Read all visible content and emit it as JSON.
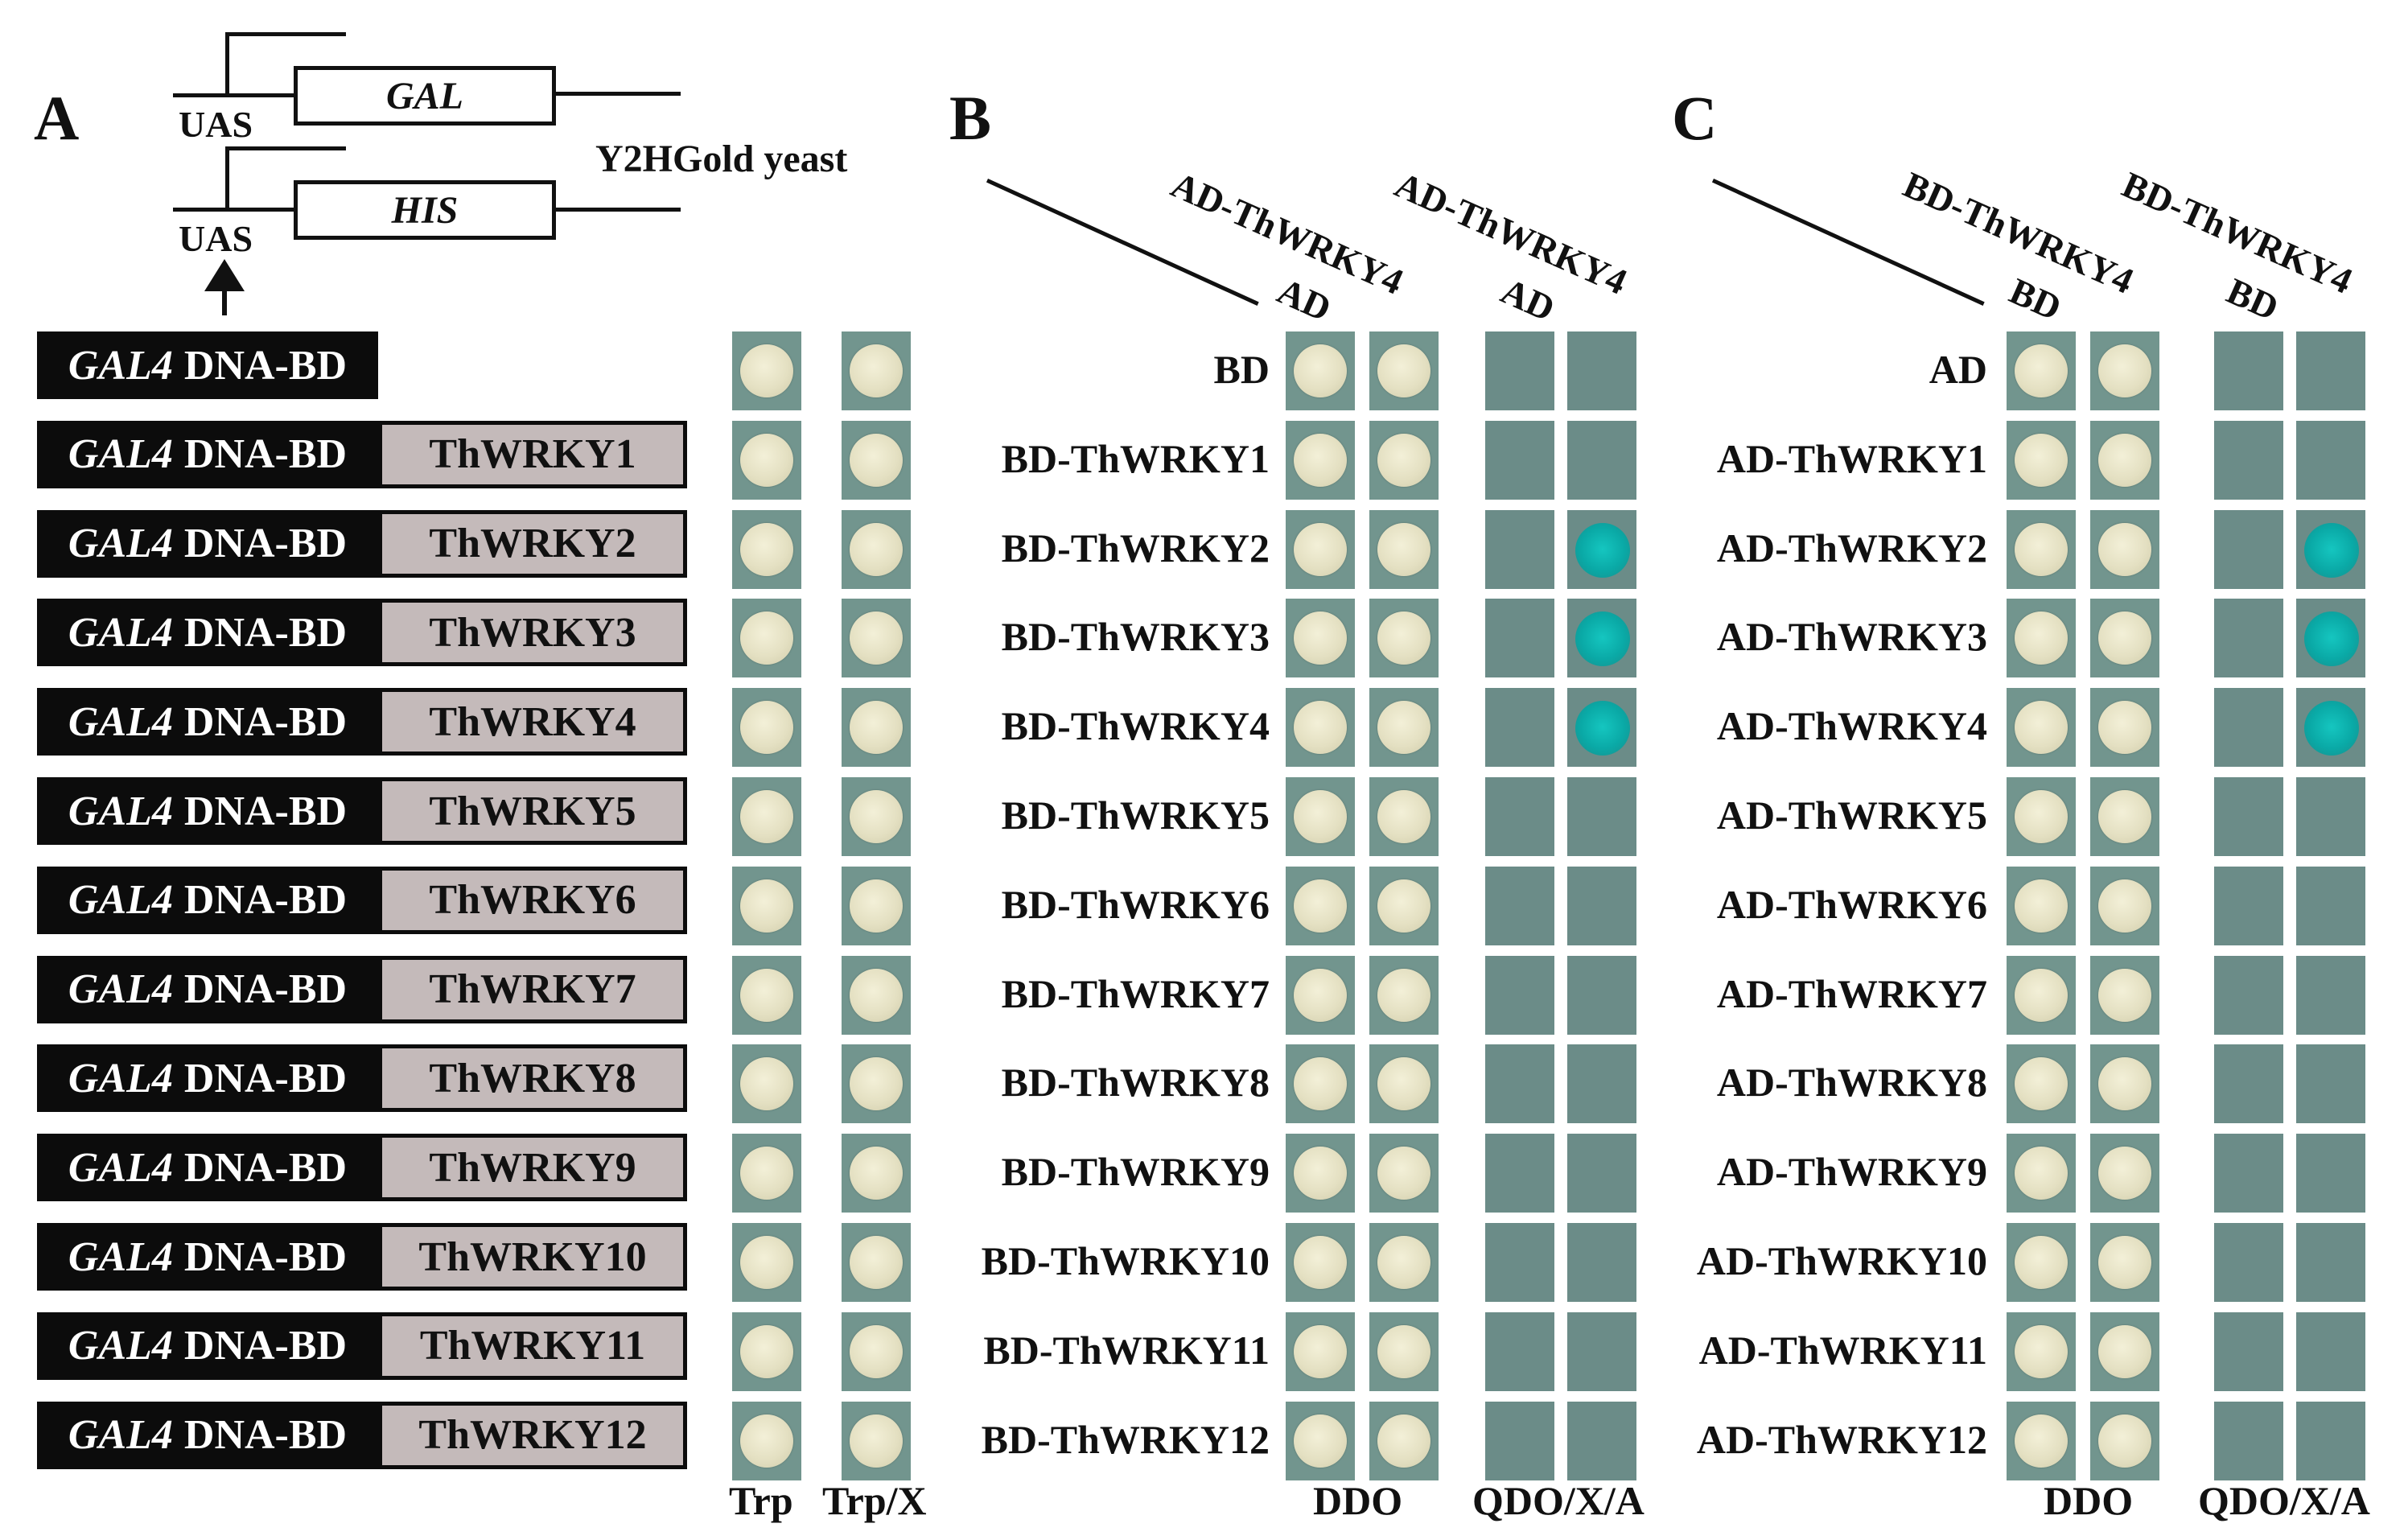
{
  "panels": {
    "a": "A",
    "b": "B",
    "c": "C"
  },
  "schematic": {
    "uas_top": "UAS",
    "uas_bottom": "UAS",
    "gal_gene": "GAL",
    "his_gene": "HIS",
    "yeast_strain": "Y2HGold yeast"
  },
  "construct": {
    "bd_italic": "GAL4",
    "bd_rest": "DNA-BD"
  },
  "panel_a_rows": [
    "",
    "ThWRKY1",
    "ThWRKY2",
    "ThWRKY3",
    "ThWRKY4",
    "ThWRKY5",
    "ThWRKY6",
    "ThWRKY7",
    "ThWRKY8",
    "ThWRKY9",
    "ThWRKY10",
    "ThWRKY11",
    "ThWRKY12"
  ],
  "panel_a_columns": {
    "trp": "Trp",
    "trpx": "Trp/X"
  },
  "panel_b": {
    "rows": [
      "BD",
      "BD-ThWRKY1",
      "BD-ThWRKY2",
      "BD-ThWRKY3",
      "BD-ThWRKY4",
      "BD-ThWRKY5",
      "BD-ThWRKY6",
      "BD-ThWRKY7",
      "BD-ThWRKY8",
      "BD-ThWRKY9",
      "BD-ThWRKY10",
      "BD-ThWRKY11",
      "BD-ThWRKY12"
    ],
    "col_headers": [
      "AD",
      "AD-ThWRKY4",
      "AD",
      "AD-ThWRKY4"
    ],
    "media": {
      "ddo": "DDO",
      "qdo": "QDO/X/A"
    },
    "blue_rows": [
      2,
      3,
      4
    ]
  },
  "panel_c": {
    "rows": [
      "AD",
      "AD-ThWRKY1",
      "AD-ThWRKY2",
      "AD-ThWRKY3",
      "AD-ThWRKY4",
      "AD-ThWRKY5",
      "AD-ThWRKY6",
      "AD-ThWRKY7",
      "AD-ThWRKY8",
      "AD-ThWRKY9",
      "AD-ThWRKY10",
      "AD-ThWRKY11",
      "AD-ThWRKY12"
    ],
    "col_headers": [
      "BD",
      "BD-ThWRKY4",
      "BD",
      "BD-ThWRKY4"
    ],
    "media": {
      "ddo": "DDO",
      "qdo": "QDO/X/A"
    },
    "blue_rows": [
      2,
      3,
      4
    ]
  },
  "colors": {
    "well": "#72958e",
    "colony": "#e4e0c2",
    "blue_colony": "#0aa9a6",
    "bd_fill": "#0c0c0c",
    "prey_fill": "#c4baba"
  }
}
